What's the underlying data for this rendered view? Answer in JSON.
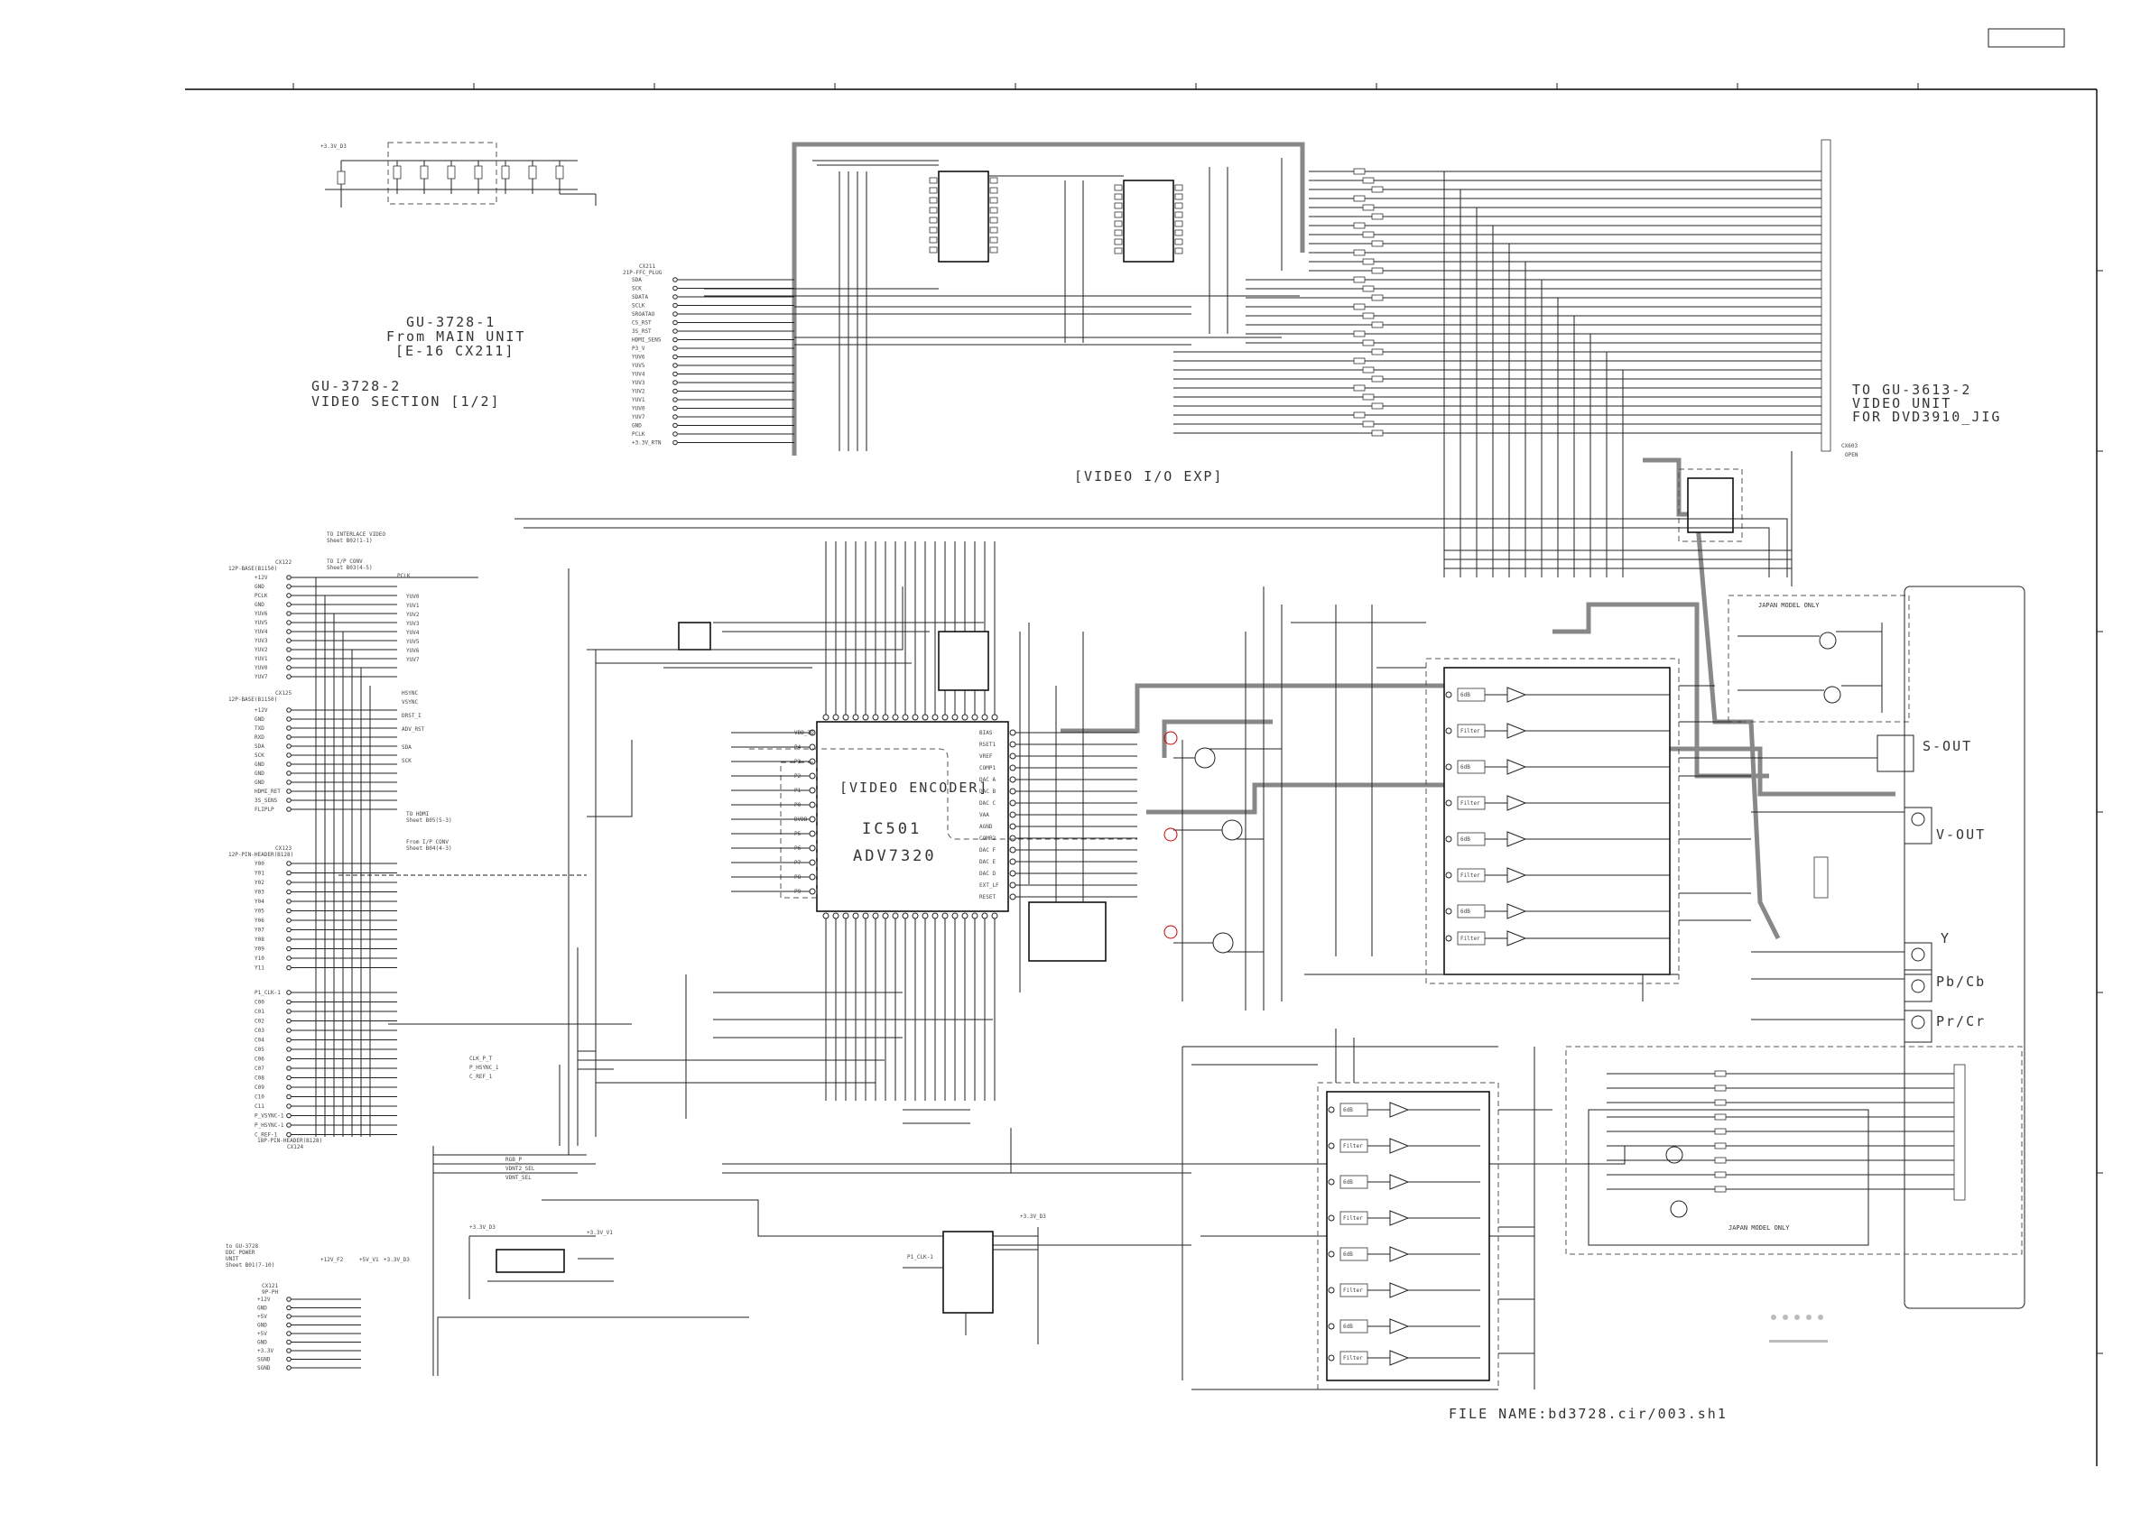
{
  "corner_box": "",
  "titles": {
    "main_unit_from": [
      "GU-3728-1",
      "From MAIN UNIT",
      "[E-16 CX211]"
    ],
    "section": [
      "GU-3728-2",
      "VIDEO SECTION [1/2]"
    ],
    "video_io": "[VIDEO I/O EXP]",
    "to_unit": [
      "TO GU-3613-2",
      "VIDEO UNIT",
      "FOR DVD3910_JIG"
    ],
    "encoder_block": "[VIDEO ENCODER]",
    "encoder_ref": "IC501",
    "encoder_part": "ADV7320",
    "file_name": "FILE NAME:bd3728.cir/003.sh1",
    "japan_model_top": "JAPAN MODEL ONLY",
    "japan_model_bottom": "JAPAN MODEL ONLY"
  },
  "outputs": [
    "S-OUT",
    "V-OUT",
    "Y",
    "Pb/Cb",
    "Pr/Cr"
  ],
  "connectors": {
    "cx211": {
      "ref": "CX211",
      "type": "21P-FFC_PLUG"
    },
    "cx122": {
      "ref": "CX122",
      "type": "12P-BASE(B1150)"
    },
    "cx125": {
      "ref": "CX125",
      "type": "12P-BASE(B1150)"
    },
    "cx123": {
      "ref": "CX123",
      "type": "12P-PIN-HEADER(B128)"
    },
    "cx124": {
      "ref": "CX124",
      "type": "18P-PIN-HEADER(B128)"
    },
    "cx121": {
      "ref": "CX121",
      "type": "9P-PH"
    },
    "cx603": {
      "ref": "CX603",
      "label": "OPEN"
    }
  },
  "cx211_pins": [
    "SDA",
    "SCK",
    "SDATA",
    "SCLK",
    "SROATAO",
    "CS_RST",
    "3S_RST",
    "HDMI_SENS",
    "P3_V",
    "YUV6",
    "YUV5",
    "YUV4",
    "YUV3",
    "YUV2",
    "YUV1",
    "YUV0",
    "YUV7",
    "GND",
    "PCLK",
    "+3.3V_RTN"
  ],
  "cx122_pins": [
    "+12V",
    "GND",
    "PCLK",
    "GND",
    "YUV6",
    "YUV5",
    "YUV4",
    "YUV3",
    "YUV2",
    "YUV1",
    "YUV0",
    "YUV7"
  ],
  "cx125_pins": [
    "+12V",
    "GND",
    "TXD",
    "RXD",
    "SDA",
    "SCK",
    "GND",
    "GND",
    "GND",
    "HDMI_RET",
    "3S_SENS",
    "FLIPLP"
  ],
  "cx123_pins": [
    "Y00",
    "Y01",
    "Y02",
    "Y03",
    "Y04",
    "Y05",
    "Y06",
    "Y07",
    "Y08",
    "Y09",
    "Y10",
    "Y11"
  ],
  "cx124_pins": [
    "P1_CLK-1",
    "C00",
    "C01",
    "C02",
    "C03",
    "C04",
    "C05",
    "C06",
    "C07",
    "C08",
    "C09",
    "C10",
    "C11",
    "P_VSYNC-1",
    "P_HSYNC-1",
    "C_REF-1"
  ],
  "cx121_pins": [
    "+12V",
    "GND",
    "+5V",
    "GND",
    "+5V",
    "GND",
    "+3.3V",
    "SGND",
    "SGND"
  ],
  "power_labels": [
    "+3.3V_D3",
    "+3.3V_D3",
    "+3.3V_V1",
    "+3.3V_D3",
    "+12V_F2",
    "+5V_V1",
    "+3.3V_D3"
  ],
  "net_labels": [
    "PCLK",
    "YUV0",
    "YUV1",
    "YUV2",
    "YUV3",
    "YUV4",
    "YUV5",
    "YUV6",
    "YUV7",
    "HSYNC",
    "VSYNC",
    "DRST_I",
    "ADV_RST",
    "SDA",
    "SCK",
    "CLK_P_T",
    "P_HSYNC_1",
    "C_REF_1",
    "RGB_P",
    "VDNT2_SEL",
    "VDNT_SEL",
    "P1_CLK-1"
  ],
  "notes": {
    "interlace": [
      "TO INTERLACE VIDEO",
      "Sheet B02(1-1)"
    ],
    "to_ip_conv": [
      "TO I/P CONV",
      "Sheet B03(4-5)"
    ],
    "to_hdmi": [
      "TO HDMI",
      "Sheet B05(5-3)"
    ],
    "from_ip_conv": [
      "From I/P CONV",
      "Sheet B04(4-3)"
    ],
    "to_main": [
      "to GU-3728",
      "DDC POWER",
      "UNIT",
      "Sheet B01(7-10)"
    ]
  },
  "encoder_pins_left": [
    "VDD_IO",
    "P4",
    "P3",
    "P2",
    "P1",
    "P0",
    "DVDD",
    "P5",
    "P6",
    "P7",
    "P8",
    "P9"
  ],
  "encoder_pins_right": [
    "BIAS",
    "RSET1",
    "VREF",
    "COMP1",
    "DAC A",
    "DAC B",
    "DAC C",
    "VAA",
    "AGND",
    "COMP2",
    "DAC F",
    "DAC E",
    "DAC D",
    "EXT_LF",
    "RESET"
  ],
  "filter_stage_labels": [
    "6dB",
    "Filter"
  ],
  "colors": {
    "line": "#222222",
    "highlight": "#888888",
    "paper": "#ffffff"
  }
}
